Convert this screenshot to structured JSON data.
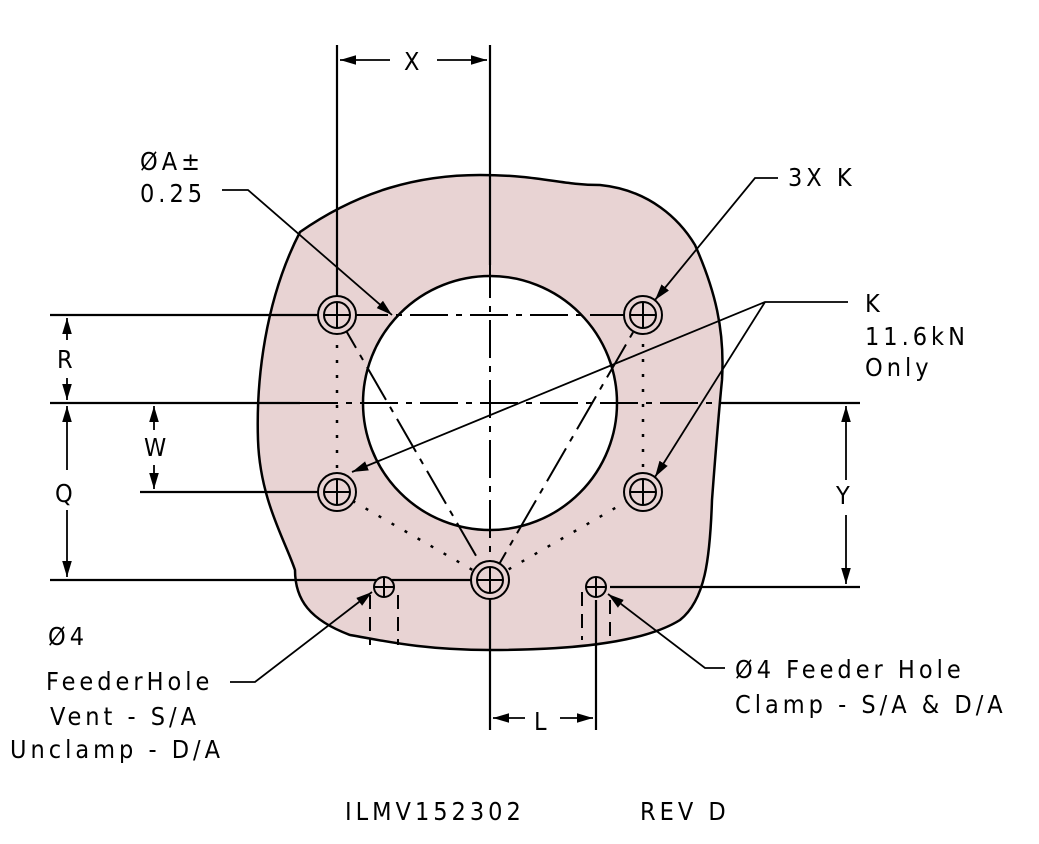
{
  "colors": {
    "part_fill": "#e8d3d3",
    "line": "#000000"
  },
  "dimensions": {
    "x": "X",
    "y": "Y",
    "r": "R",
    "q": "Q",
    "w": "W",
    "l": "L"
  },
  "callouts": {
    "bore_line1": "ØA±",
    "bore_line2": "0.25",
    "holes_3x": "3X K",
    "k_line1": "K",
    "k_line2": "11.6kN",
    "k_line3": "Only",
    "left_feeder": [
      "Ø4",
      "FeederHole",
      "Vent - S/A",
      "Unclamp - D/A"
    ],
    "right_feeder": [
      "Ø4 Feeder Hole",
      "Clamp - S/A & D/A"
    ]
  },
  "title_block": {
    "part_number": "ILMV152302",
    "revision": "REV D"
  }
}
